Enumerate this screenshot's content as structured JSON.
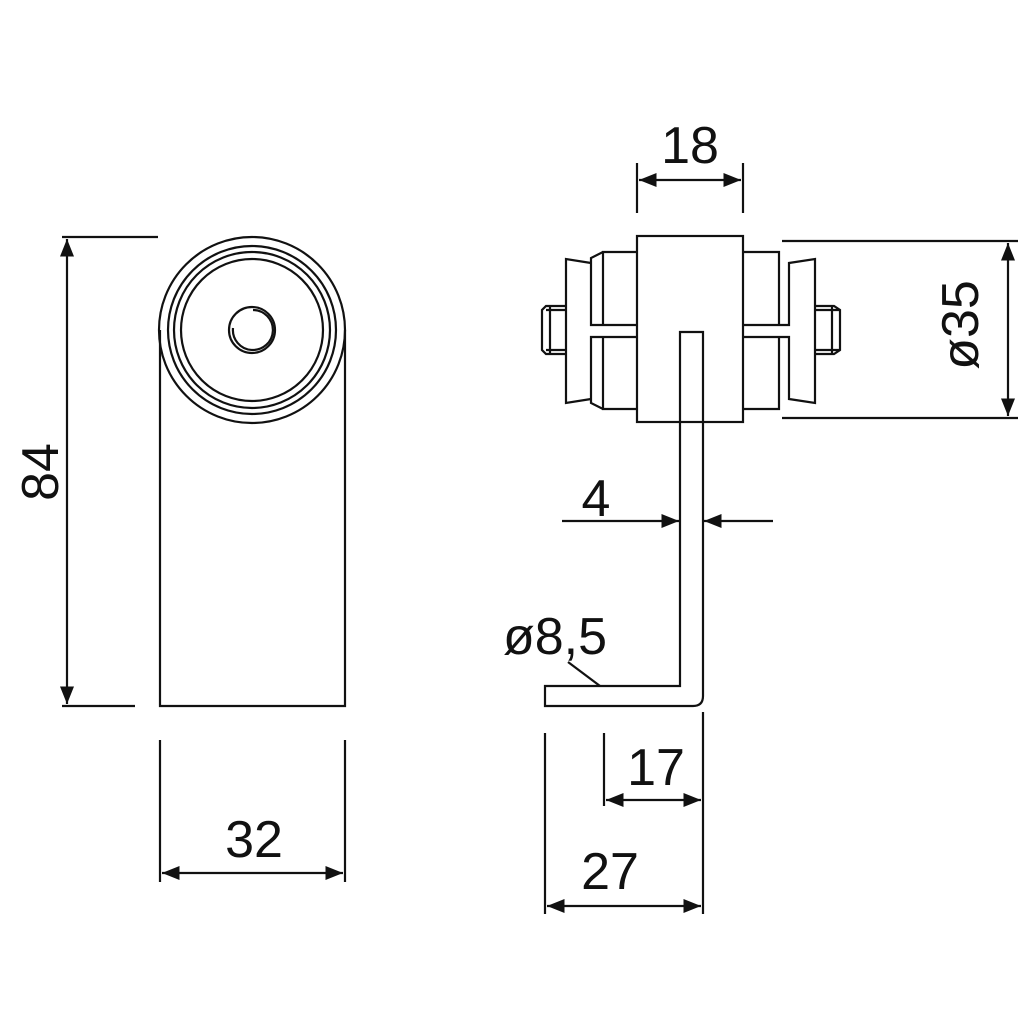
{
  "dimensions": {
    "height_84": "84",
    "width_32": "32",
    "width_18": "18",
    "diameter_35": "ø35",
    "thickness_4": "4",
    "rod_diameter": "ø8,5",
    "length_17": "17",
    "length_27": "27"
  },
  "colors": {
    "line": "#111111",
    "background": "#ffffff"
  }
}
